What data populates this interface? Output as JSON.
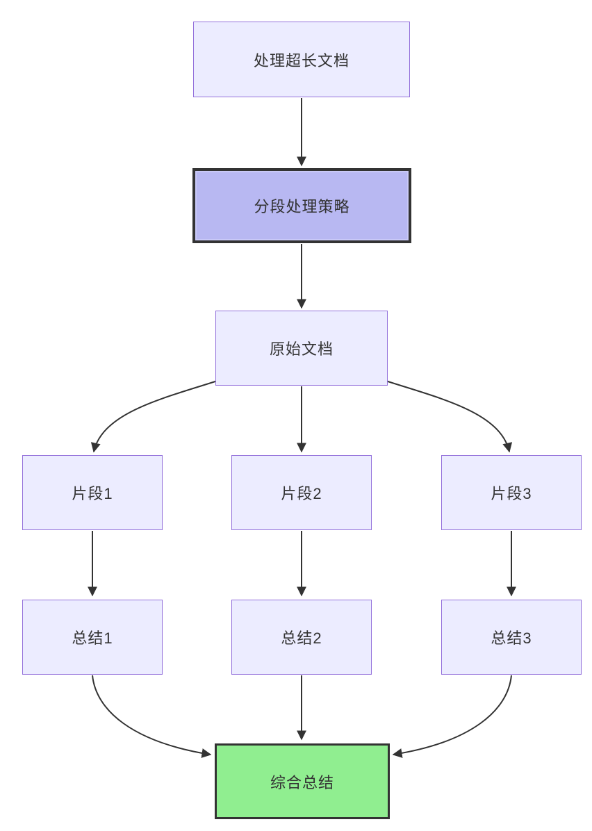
{
  "diagram": {
    "type": "flowchart",
    "direction": "top-down",
    "nodes": [
      {
        "id": "A",
        "label": "处理超长文档",
        "variant": "default"
      },
      {
        "id": "B",
        "label": "分段处理策略",
        "variant": "highlight"
      },
      {
        "id": "C",
        "label": "原始文档",
        "variant": "default"
      },
      {
        "id": "D1",
        "label": "片段1",
        "variant": "default"
      },
      {
        "id": "D2",
        "label": "片段2",
        "variant": "default"
      },
      {
        "id": "D3",
        "label": "片段3",
        "variant": "default"
      },
      {
        "id": "E1",
        "label": "总结1",
        "variant": "default"
      },
      {
        "id": "E2",
        "label": "总结2",
        "variant": "default"
      },
      {
        "id": "E3",
        "label": "总结3",
        "variant": "default"
      },
      {
        "id": "F",
        "label": "综合总结",
        "variant": "success"
      }
    ],
    "edges": [
      {
        "from": "处理超长文档",
        "to": "分段处理策略"
      },
      {
        "from": "分段处理策略",
        "to": "原始文档"
      },
      {
        "from": "原始文档",
        "to": "片段1"
      },
      {
        "from": "原始文档",
        "to": "片段2"
      },
      {
        "from": "原始文档",
        "to": "片段3"
      },
      {
        "from": "片段1",
        "to": "总结1"
      },
      {
        "from": "片段2",
        "to": "总结2"
      },
      {
        "from": "片段3",
        "to": "总结3"
      },
      {
        "from": "总结1",
        "to": "综合总结"
      },
      {
        "from": "总结2",
        "to": "综合总结"
      },
      {
        "from": "总结3",
        "to": "综合总结"
      }
    ],
    "colors": {
      "node_fill": "#ECECFF",
      "node_border": "#9370DB",
      "highlight_fill": "#B8B8F2",
      "highlight_border": "#333333",
      "success_fill": "#90EE90",
      "success_border": "#333333",
      "edge": "#333333",
      "text": "#333333",
      "background": "#FFFFFF"
    }
  }
}
